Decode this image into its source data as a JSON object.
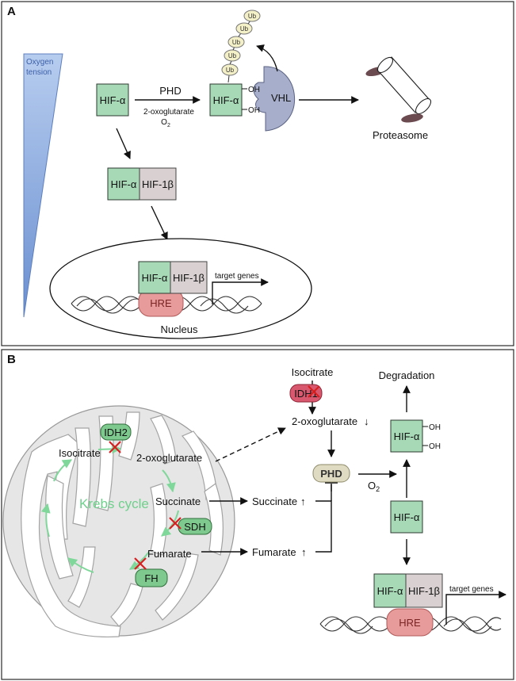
{
  "panel_a": {
    "label": "A",
    "oxygen_tension": [
      "Oxygen",
      "tension"
    ],
    "hif_alpha": "HIF-α",
    "hif_1beta": "HIF-1β",
    "phd": "PHD",
    "two_oxoglutarate": "2-oxoglutarate",
    "o2": "O",
    "o2_sub": "2",
    "oh": "OH",
    "ub": "Ub",
    "vhl": "VHL",
    "proteasome": "Proteasome",
    "target_genes": "target genes",
    "hre": "HRE",
    "nucleus": "Nucleus"
  },
  "panel_b": {
    "label": "B",
    "isocitrate": "Isocitrate",
    "degradation": "Degradation",
    "idh1": "IDH1",
    "idh2": "IDH2",
    "two_oxoglutarate": "2-oxoglutarate",
    "down_arrow": "↓",
    "up_arrow": "↑",
    "phd": "PHD",
    "o2": "O",
    "o2_sub": "2",
    "succinate": "Succinate",
    "fumarate": "Fumarate",
    "krebs": "Krebs cycle",
    "sdh": "SDH",
    "fh": "FH",
    "hif_alpha": "HIF-α",
    "hif_1beta": "HIF-1β",
    "oh": "OH",
    "hre": "HRE",
    "target_genes": "target genes"
  },
  "colors": {
    "hif_alpha": "#a7d9b7",
    "hif_1beta": "#d9d1d1",
    "hre": "#e89b9b",
    "vhl": "#a7aecb",
    "ub": "#f3efc6",
    "idh1": "#d8596f",
    "enzyme_green": "#7ec98e",
    "phd_b": "#dedbc2",
    "krebs_text": "#6fd08c",
    "oxygen_wedge": "#7d9fd6"
  }
}
